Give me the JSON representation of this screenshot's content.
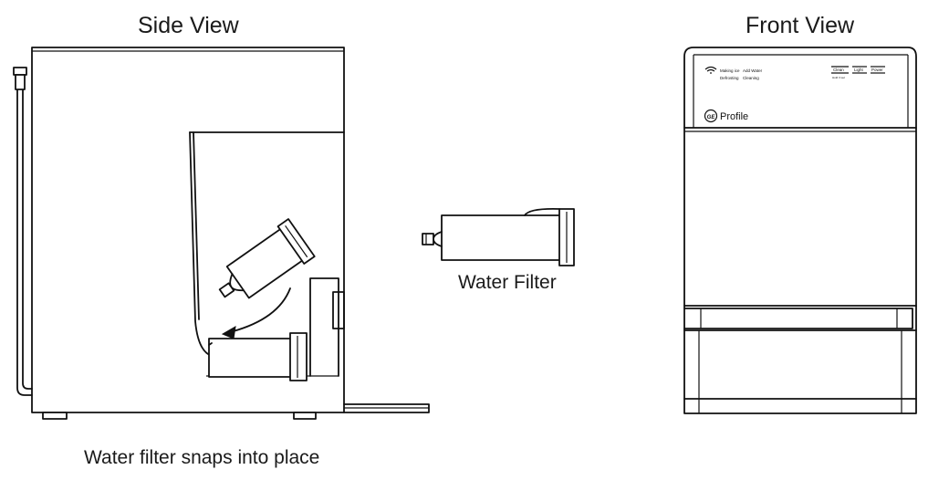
{
  "titles": {
    "side_view": "Side View",
    "front_view": "Front View"
  },
  "labels": {
    "water_filter": "Water Filter",
    "caption": "Water filter snaps into place"
  },
  "control_panel": {
    "status_1": "Making ice",
    "status_2": "Add Water",
    "status_3": "Defrosting",
    "status_4": "Cleaning",
    "button_1": "Clean",
    "button_1_sub": "Hold 3 sec",
    "button_2": "Light",
    "button_3": "Power",
    "logo_text": "Profile",
    "logo_mark": "GE"
  }
}
